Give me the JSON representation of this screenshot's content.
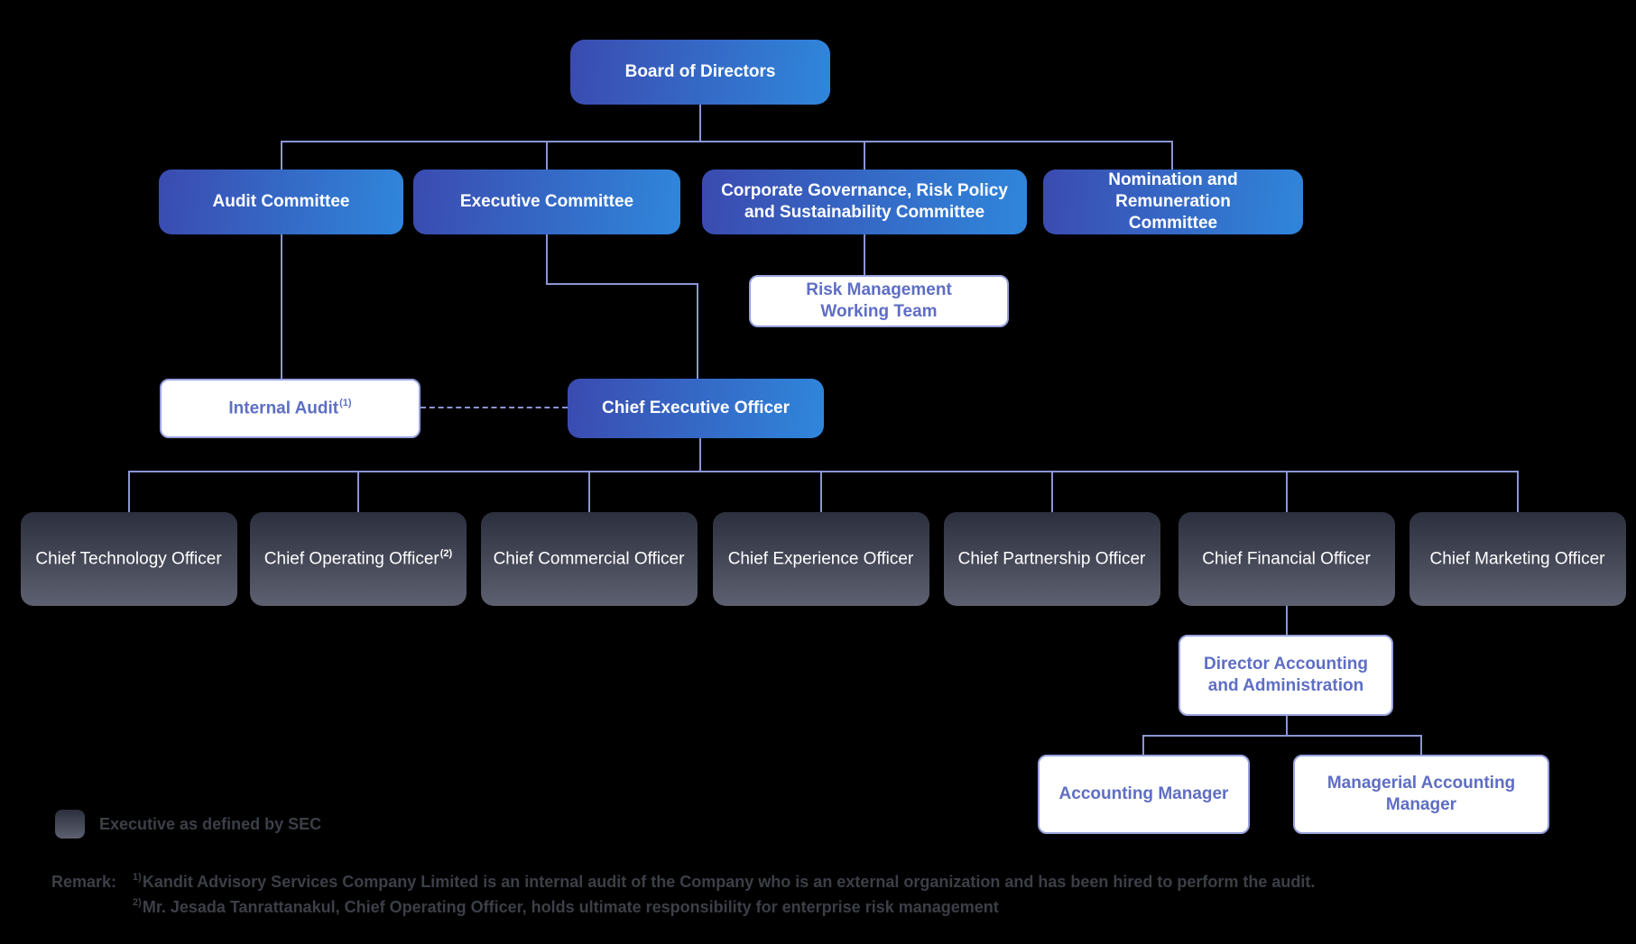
{
  "diagram": {
    "background": "#000000",
    "accent_blue_left": "#3b4bb0",
    "accent_blue_right": "#2f86db",
    "connector_color": "#8a95d6",
    "white_box_text_color": "#5e6ec4",
    "dark_box_top": "#2c2f3d",
    "dark_box_bottom": "#5d6070"
  },
  "nodes": {
    "board": {
      "label": "Board of Directors"
    },
    "audit_committee": {
      "label": "Audit Committee"
    },
    "executive_committee": {
      "label": "Executive Committee"
    },
    "governance_committee": {
      "label": "Corporate Governance, Risk Policy and Sustainability Committee"
    },
    "nomination_committee": {
      "label": "Nomination and Remuneration Committee"
    },
    "risk_team": {
      "label": "Risk Management Working Team"
    },
    "internal_audit": {
      "label": "Internal Audit",
      "sup": "(1)"
    },
    "ceo": {
      "label": "Chief Executive Officer"
    },
    "officers": [
      {
        "label": "Chief Technology Officer",
        "sup": ""
      },
      {
        "label": "Chief Operating Officer",
        "sup": "(2)"
      },
      {
        "label": "Chief Commercial Officer",
        "sup": ""
      },
      {
        "label": "Chief Experience Officer",
        "sup": ""
      },
      {
        "label": "Chief Partnership Officer",
        "sup": ""
      },
      {
        "label": "Chief Financial Officer",
        "sup": ""
      },
      {
        "label": "Chief Marketing Officer",
        "sup": ""
      }
    ],
    "director_accounting": {
      "label": "Director Accounting and Administration"
    },
    "accounting_manager": {
      "label": "Accounting Manager"
    },
    "managerial_accounting_manager": {
      "label": "Managerial Accounting Manager"
    }
  },
  "legend": {
    "label": "Executive as defined by SEC"
  },
  "remark": {
    "prefix": "Remark:",
    "lines": [
      {
        "sup": "1)",
        "text": "Kandit Advisory Services Company Limited is an internal audit of the Company who is an external organization and has been hired to perform the audit."
      },
      {
        "sup": "2)",
        "text": "Mr. Jesada Tanrattanakul, Chief Operating Officer, holds ultimate responsibility for enterprise risk management"
      }
    ]
  }
}
